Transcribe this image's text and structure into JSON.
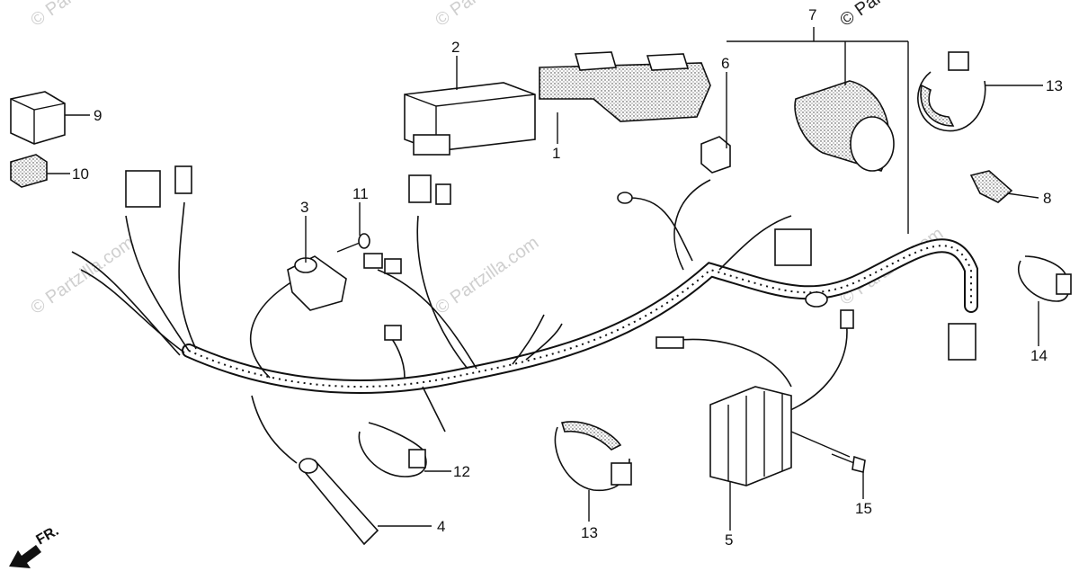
{
  "watermark": {
    "text": "© Partzilla.com"
  },
  "direction": {
    "label": "FR.",
    "icon": "front-arrow-icon"
  },
  "callouts": [
    {
      "id": "c1",
      "label": "1"
    },
    {
      "id": "c2",
      "label": "2"
    },
    {
      "id": "c3",
      "label": "3"
    },
    {
      "id": "c4",
      "label": "4"
    },
    {
      "id": "c5",
      "label": "5"
    },
    {
      "id": "c6",
      "label": "6"
    },
    {
      "id": "c7",
      "label": "7"
    },
    {
      "id": "c8",
      "label": "8"
    },
    {
      "id": "c9",
      "label": "9"
    },
    {
      "id": "c10",
      "label": "10"
    },
    {
      "id": "c11",
      "label": "11"
    },
    {
      "id": "c12",
      "label": "12"
    },
    {
      "id": "c13a",
      "label": "13"
    },
    {
      "id": "c13b",
      "label": "13"
    },
    {
      "id": "c14",
      "label": "14"
    },
    {
      "id": "c15",
      "label": "15"
    }
  ]
}
